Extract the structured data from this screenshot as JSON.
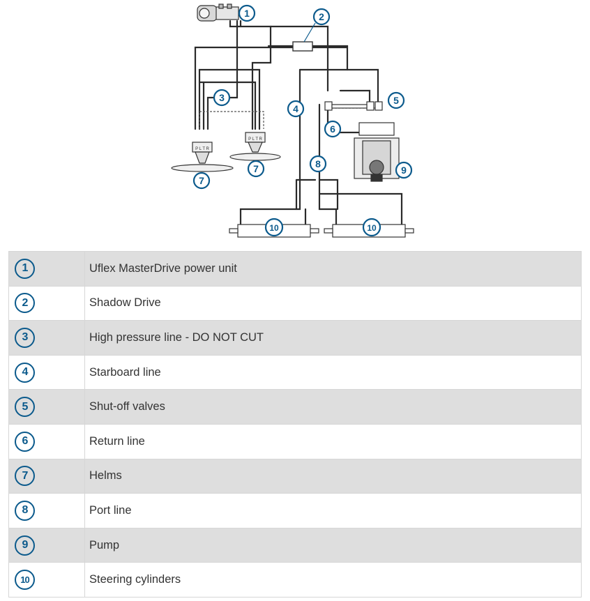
{
  "callouts": [
    {
      "num": "1",
      "label": "Uflex MasterDrive power unit"
    },
    {
      "num": "2",
      "label": "Shadow Drive"
    },
    {
      "num": "3",
      "label": "High pressure line - DO NOT CUT"
    },
    {
      "num": "4",
      "label": "Starboard line"
    },
    {
      "num": "5",
      "label": "Shut-off valves"
    },
    {
      "num": "6",
      "label": "Return line"
    },
    {
      "num": "7",
      "label": "Helms"
    },
    {
      "num": "8",
      "label": "Port line"
    },
    {
      "num": "9",
      "label": "Pump"
    },
    {
      "num": "10",
      "label": "Steering cylinders"
    }
  ],
  "helm_port_label": "P L T R",
  "colors": {
    "callout": "#0b5a8c",
    "line": "#2a2a2a",
    "row_shade": "#dedede"
  }
}
